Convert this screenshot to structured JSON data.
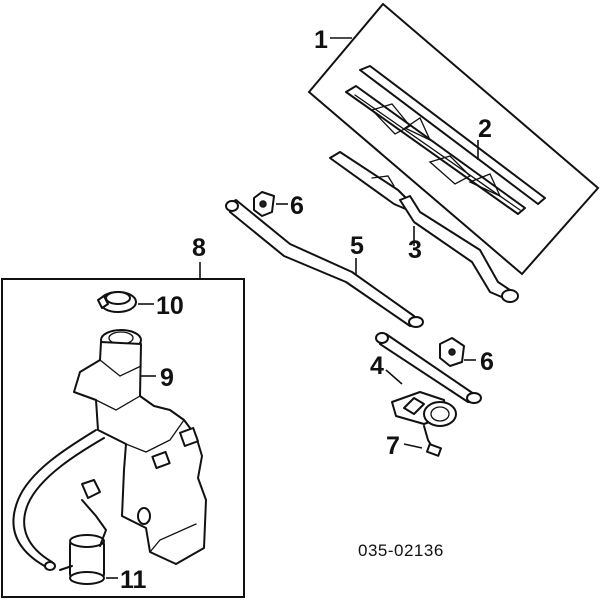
{
  "callouts": {
    "c1": "1",
    "c2": "2",
    "c3": "3",
    "c4": "4",
    "c5": "5",
    "c6a": "6",
    "c6b": "6",
    "c7": "7",
    "c8": "8",
    "c9": "9",
    "c10": "10",
    "c11": "11"
  },
  "diagram_code": "035-02136"
}
